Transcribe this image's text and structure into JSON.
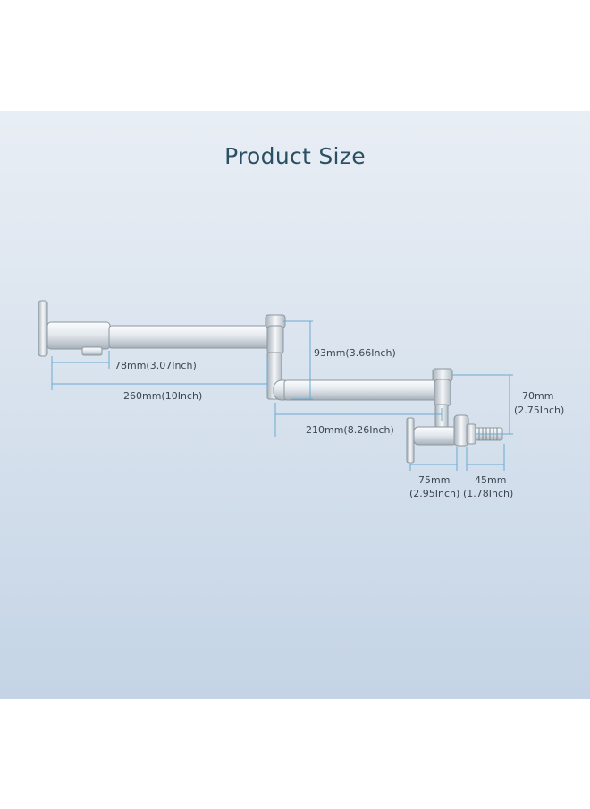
{
  "title": "Product Size",
  "colors": {
    "title": "#2b4f63",
    "dimension_line": "#6aaad0",
    "metal_light": "#f4f7fa",
    "metal_dark": "#9aa6b0",
    "text": "#3a4650"
  },
  "dimensions": {
    "spout_short": "78mm(3.07Inch)",
    "spout_long": "260mm(10Inch)",
    "riser_height": "93mm(3.66Inch)",
    "arm_length": "210mm(8.26Inch)",
    "mount_height_mm": "70mm",
    "mount_height_in": "(2.75Inch)",
    "base_depth_mm": "75mm",
    "base_depth_in": "(2.95Inch)",
    "thread_length_mm": "45mm",
    "thread_length_in": "(1.78Inch)"
  }
}
